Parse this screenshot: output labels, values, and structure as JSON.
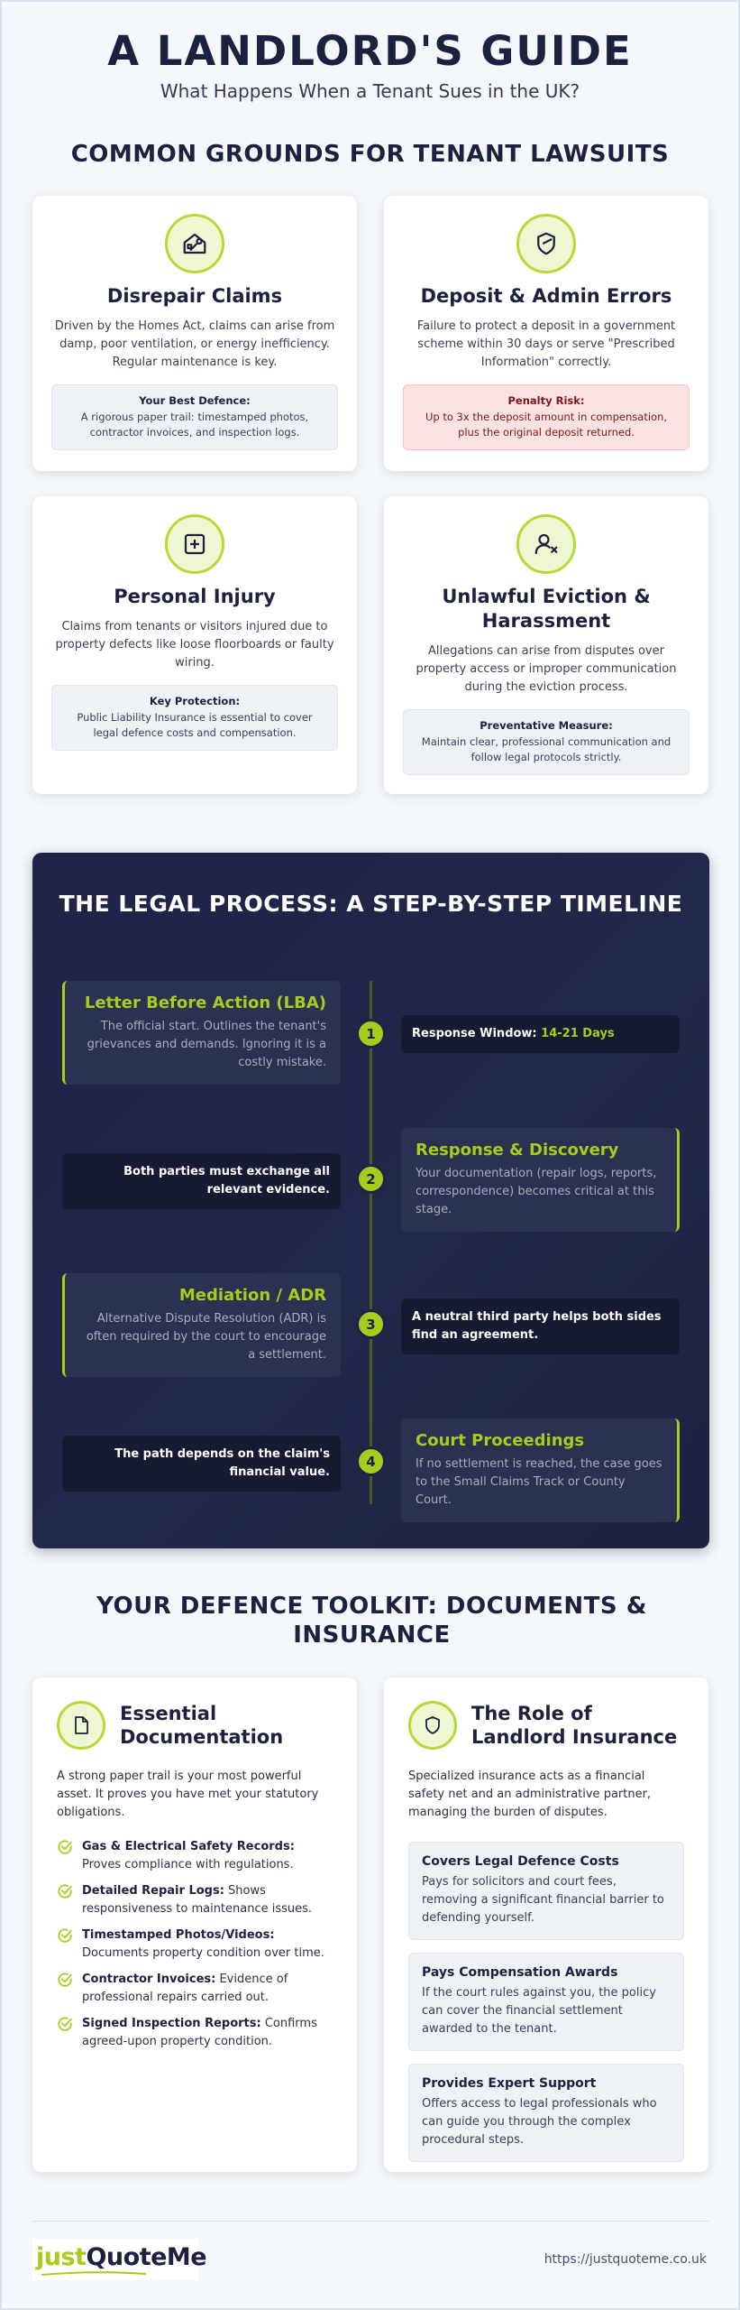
{
  "hero": {
    "title": "A LANDLORD'S GUIDE",
    "subtitle": "What Happens When a Tenant Sues in the UK?"
  },
  "grounds": {
    "title": "COMMON GROUNDS FOR TENANT LAWSUITS",
    "cards": [
      {
        "icon": "house-wrench-icon",
        "title": "Disrepair Claims",
        "description": "Driven by the Homes Act, claims can arise from damp, poor ventilation, or energy inefficiency. Regular maintenance is key.",
        "note_label": "Your Best Defence:",
        "note_text": "A rigorous paper trail: timestamped photos, contractor invoices, and inspection logs."
      },
      {
        "icon": "shield-document-icon",
        "title": "Deposit & Admin Errors",
        "description": "Failure to protect a deposit in a government scheme within 30 days or serve \"Prescribed Information\" correctly.",
        "note_label": "Penalty Risk:",
        "note_text": "Up to 3x the deposit amount in compensation, plus the original deposit returned."
      },
      {
        "icon": "first-aid-icon",
        "title": "Personal Injury",
        "description": "Claims from tenants or visitors injured due to property defects like loose floorboards or faulty wiring.",
        "note_label": "Key Protection:",
        "note_text": "Public Liability Insurance is essential to cover legal defence costs and compensation."
      },
      {
        "icon": "user-remove-icon",
        "title": "Unlawful Eviction & Harassment",
        "description": "Allegations can arise from disputes over property access or improper communication during the eviction process.",
        "note_label": "Preventative Measure:",
        "note_text": "Maintain clear, professional communication and follow legal protocols strictly."
      }
    ]
  },
  "timeline": {
    "title": "THE LEGAL PROCESS: A STEP-BY-STEP TIMELINE",
    "steps": [
      {
        "number": "1",
        "title": "Letter Before Action (LBA)",
        "description": "The official start. Outlines the tenant's grievances and demands. Ignoring it is a costly mistake.",
        "side_label": "Response Window:",
        "side_highlight": "14-21 Days"
      },
      {
        "number": "2",
        "title": "Response & Discovery",
        "description": "Your documentation (repair logs, reports, correspondence) becomes critical at this stage.",
        "side_label": "Both parties must exchange all relevant evidence."
      },
      {
        "number": "3",
        "title": "Mediation / ADR",
        "description": "Alternative Dispute Resolution (ADR) is often required by the court to encourage a settlement.",
        "side_label": "A neutral third party helps both sides find an agreement."
      },
      {
        "number": "4",
        "title": "Court Proceedings",
        "description": "If no settlement is reached, the case goes to the Small Claims Track or County Court.",
        "side_label": "The path depends on the claim's financial value."
      }
    ]
  },
  "toolkit": {
    "title": "YOUR DEFENCE TOOLKIT: DOCUMENTS & INSURANCE",
    "documentation": {
      "icon": "document-icon",
      "title": "Essential Documentation",
      "intro": "A strong paper trail is your most powerful asset. It proves you have met your statutory obligations.",
      "items": [
        {
          "bold": "Gas & Electrical Safety Records:",
          "text": " Proves compliance with regulations."
        },
        {
          "bold": "Detailed Repair Logs:",
          "text": " Shows responsiveness to maintenance issues."
        },
        {
          "bold": "Timestamped Photos/Videos:",
          "text": " Documents property condition over time."
        },
        {
          "bold": "Contractor Invoices:",
          "text": " Evidence of professional repairs carried out."
        },
        {
          "bold": "Signed Inspection Reports:",
          "text": " Confirms agreed-upon property condition."
        }
      ]
    },
    "insurance": {
      "icon": "shield-icon",
      "title": "The Role of Landlord Insurance",
      "intro": "Specialized insurance acts as a financial safety net and an administrative partner, managing the burden of disputes.",
      "boxes": [
        {
          "title": "Covers Legal Defence Costs",
          "text": "Pays for solicitors and court fees, removing a significant financial barrier to defending yourself."
        },
        {
          "title": "Pays Compensation Awards",
          "text": "If the court rules against you, the policy can cover the financial settlement awarded to the tenant."
        },
        {
          "title": "Provides Expert Support",
          "text": "Offers access to legal professionals who can guide you through the complex procedural steps."
        }
      ]
    }
  },
  "footer": {
    "logo_just": "just",
    "logo_quote": "QuoteMe",
    "url": "https://justquoteme.co.uk"
  },
  "colors": {
    "accent": "#a8cc1c",
    "navy": "#1d2140",
    "timeline_bg": "#1f2347",
    "penalty_bg": "#fde2e2"
  }
}
